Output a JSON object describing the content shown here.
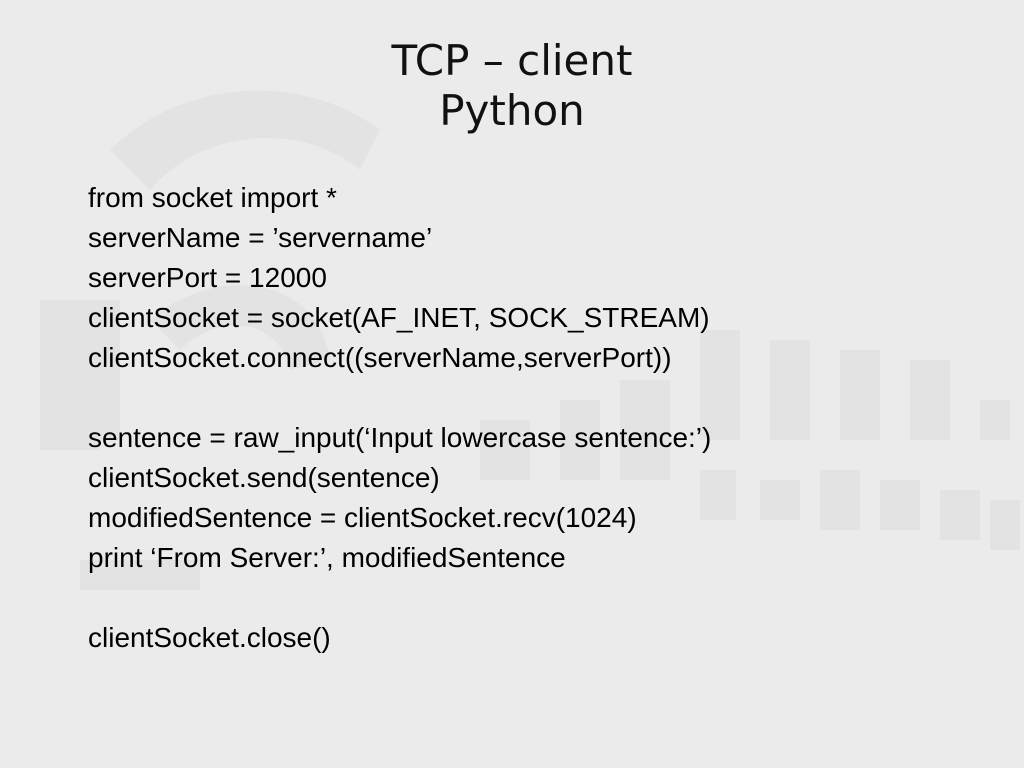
{
  "slide": {
    "title_line1": "TCP – client",
    "title_line2": "Python",
    "code_lines": [
      "from socket import *",
      "serverName = ’servername’",
      "serverPort = 12000",
      "clientSocket = socket(AF_INET, SOCK_STREAM)",
      "clientSocket.connect((serverName,serverPort))",
      "",
      "sentence = raw_input(‘Input lowercase sentence:’)",
      "clientSocket.send(sentence)",
      "modifiedSentence = clientSocket.recv(1024)",
      "print ‘From Server:’, modifiedSentence",
      "",
      "clientSocket.close()"
    ]
  },
  "colors": {
    "background": "#ebebeb",
    "text": "#000000",
    "watermark": "#e2e2e2"
  }
}
